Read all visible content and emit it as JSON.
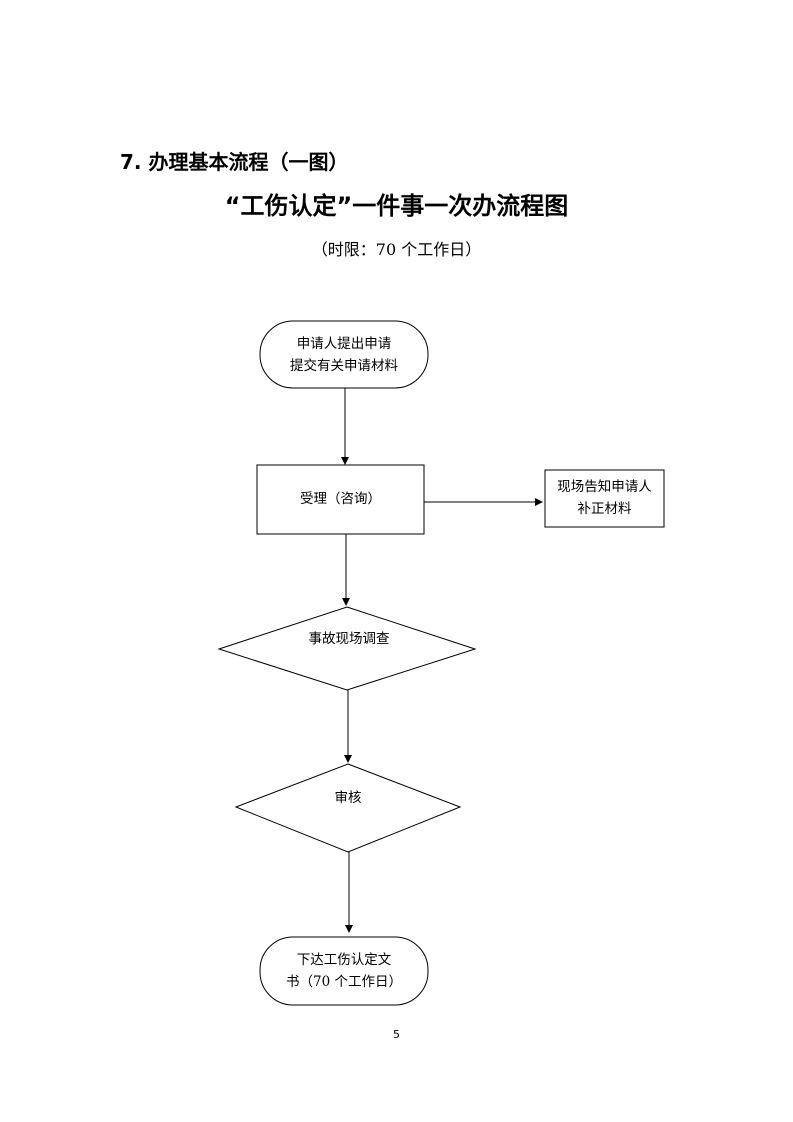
{
  "section_heading": "7. 办理基本流程（一图）",
  "title": "“工伤认定”一件事一次办流程图",
  "time_limit": "（时限：70 个工作日）",
  "flow": {
    "start": {
      "line1": "申请人提出申请",
      "line2": "提交有关申请材料"
    },
    "accept": {
      "label": "受理（咨询）"
    },
    "notify": {
      "line1": "现场告知申请人",
      "line2": "补正材料"
    },
    "investigate": {
      "label": "事故现场调查"
    },
    "review": {
      "label": "审核"
    },
    "end": {
      "line1": "下达工伤认定文",
      "line2": "书（70 个工作日）"
    }
  },
  "page_number": "5"
}
